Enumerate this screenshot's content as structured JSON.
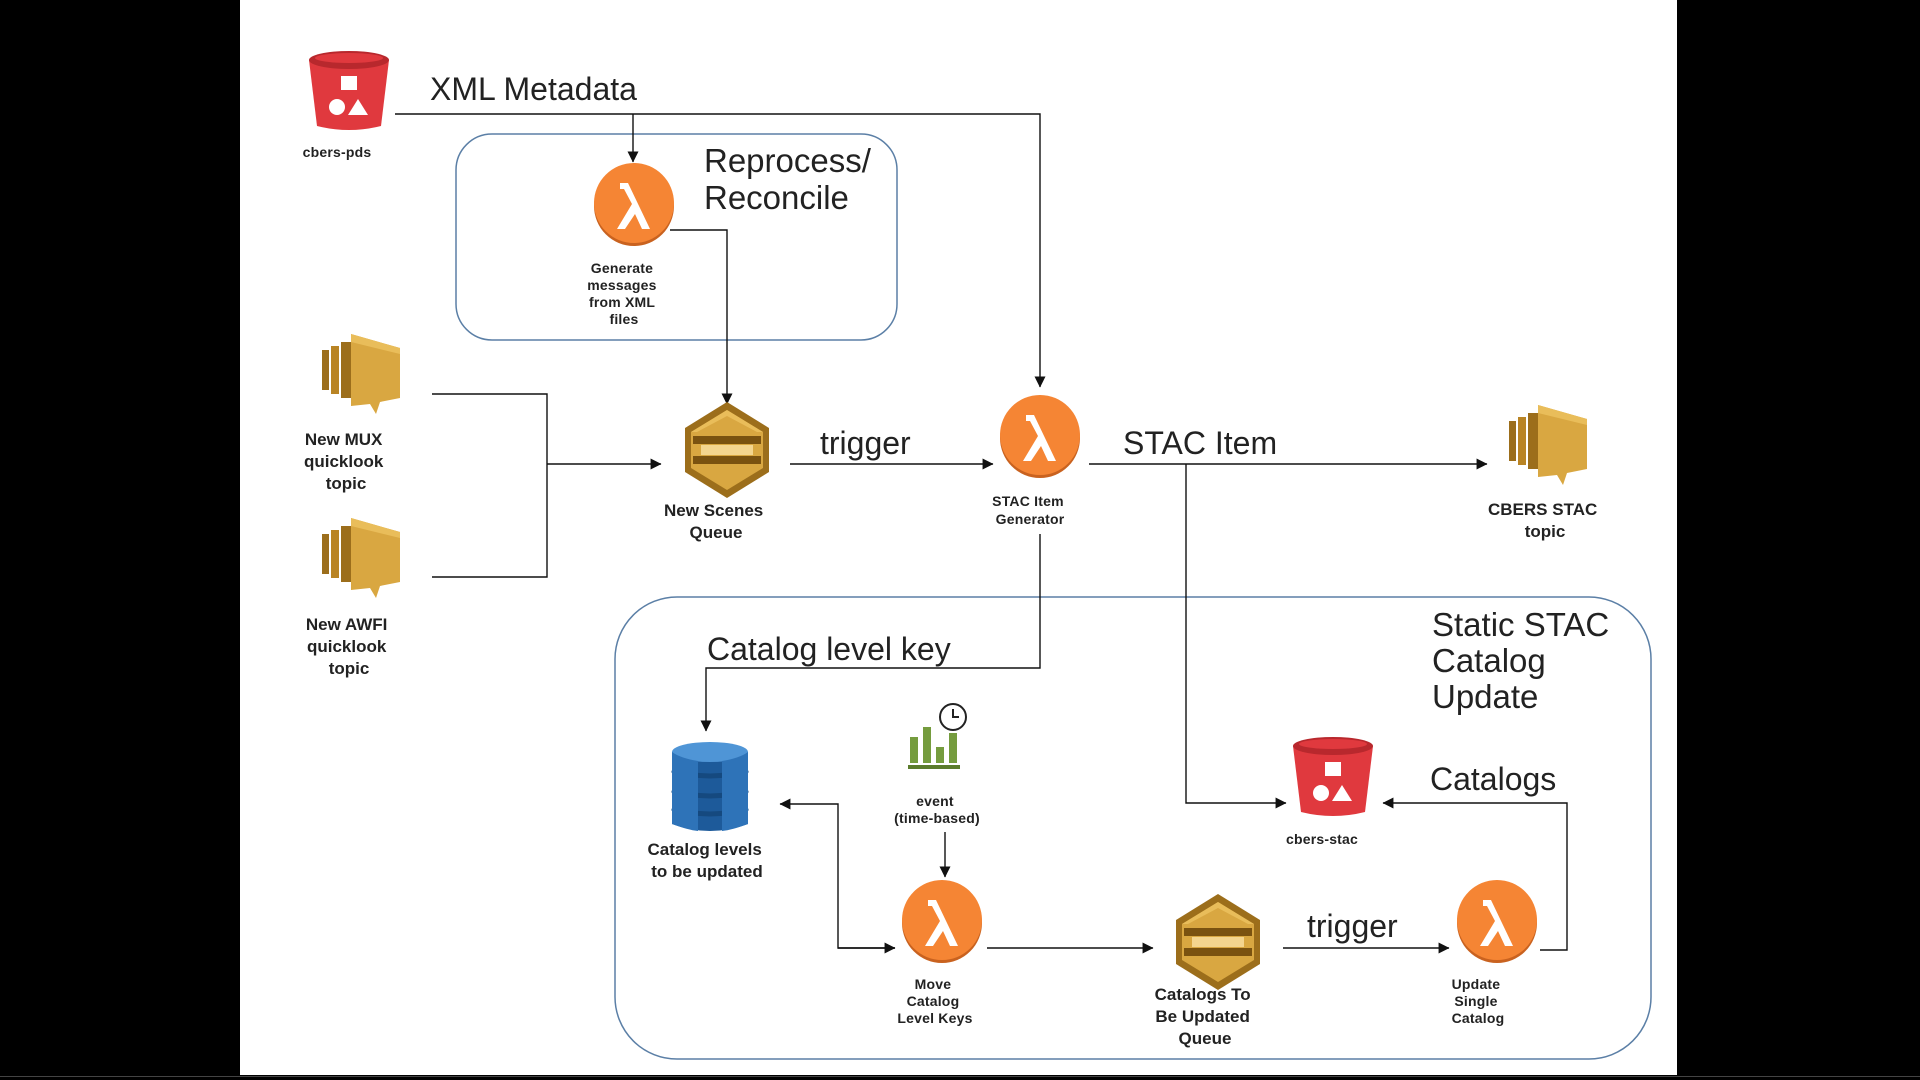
{
  "nodes": {
    "cbers_pds": "cbers-pds",
    "generate_messages": [
      "Generate",
      "messages",
      "from XML",
      "files"
    ],
    "mux_topic": [
      "New MUX",
      "quicklook",
      "topic"
    ],
    "awfi_topic": [
      "New AWFI",
      "quicklook",
      "topic"
    ],
    "new_scenes_queue": [
      "New Scenes",
      "Queue"
    ],
    "stac_item_generator": [
      "STAC Item",
      "Generator"
    ],
    "cbers_stac_topic": [
      "CBERS STAC",
      "topic"
    ],
    "catalog_levels": [
      "Catalog levels",
      "to be updated"
    ],
    "event": [
      "event",
      "(time-based)"
    ],
    "move_catalog": [
      "Move",
      "Catalog",
      "Level Keys"
    ],
    "catalogs_queue": [
      "Catalogs To",
      "Be Updated",
      "Queue"
    ],
    "cbers_stac": "cbers-stac",
    "update_single": [
      "Update",
      "Single",
      "Catalog"
    ]
  },
  "groups": {
    "reprocess": [
      "Reprocess/",
      "Reconcile"
    ],
    "static_stac": [
      "Static STAC",
      "Catalog",
      "Update"
    ]
  },
  "edges": {
    "xml_metadata": "XML Metadata",
    "trigger1": "trigger",
    "stac_item": "STAC Item",
    "catalog_level_key": "Catalog level key",
    "catalogs": "Catalogs",
    "trigger2": "trigger"
  },
  "colors": {
    "s3_red": "#e0393e",
    "lambda_orange": "#f58534",
    "sns_gold": "#d9a741",
    "dynamo_blue": "#2e73b8",
    "cloudwatch_green": "#759c3e",
    "group_border": "#5b7fa6"
  }
}
